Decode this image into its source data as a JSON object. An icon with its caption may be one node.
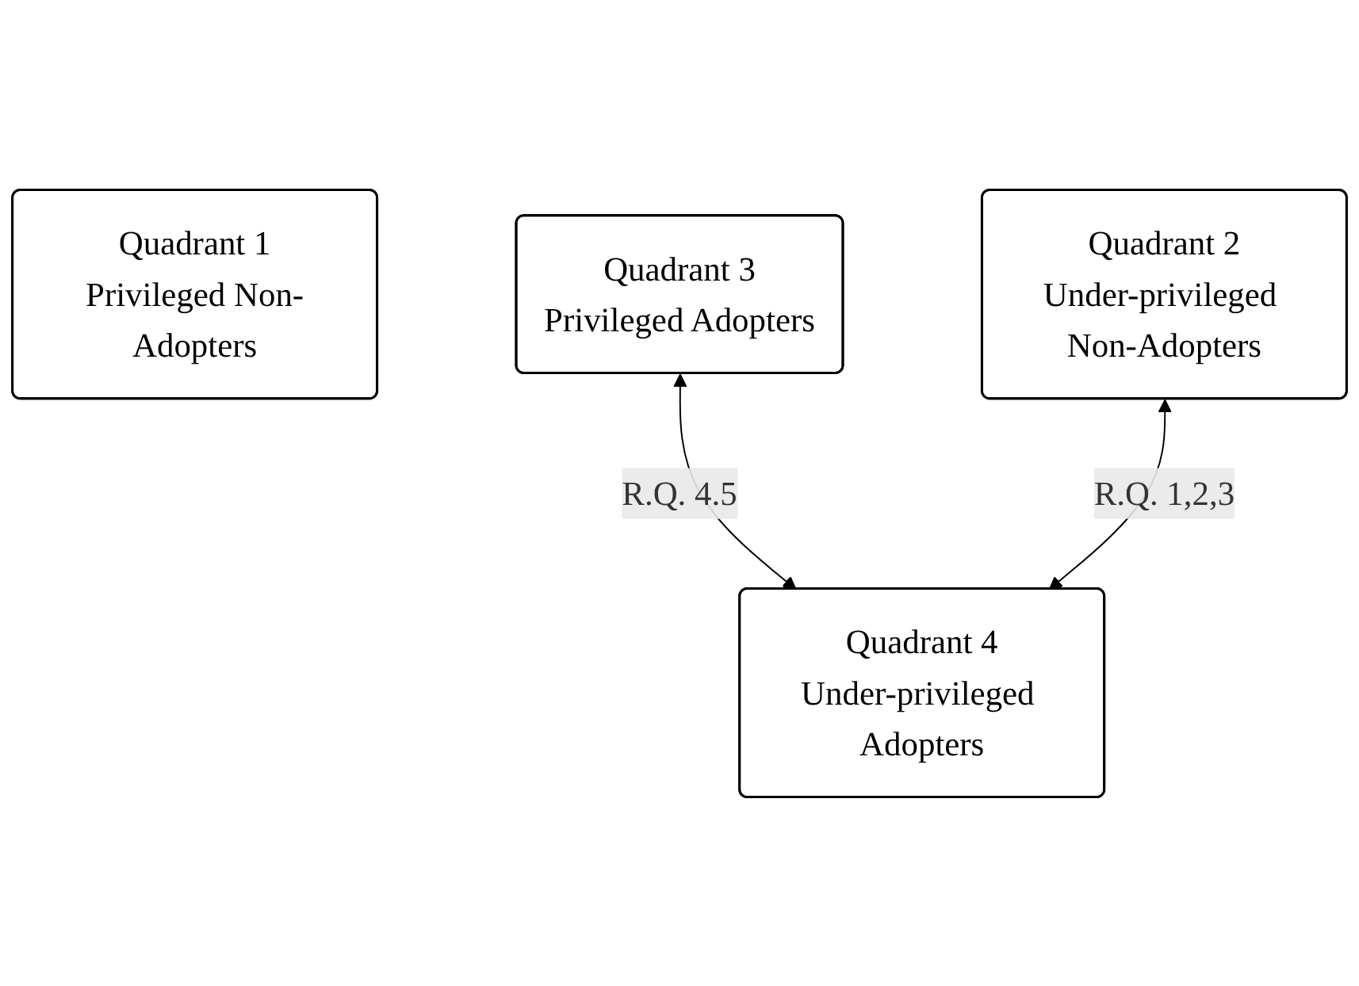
{
  "diagram": {
    "nodes": [
      {
        "text": [
          "Quadrant 1",
          "Privileged Non-Adopters"
        ]
      },
      {
        "text": [
          "Quadrant 3",
          "Privileged Adopters"
        ]
      },
      {
        "text": [
          "Quadrant 2",
          "Under-privileged Non-Adopters"
        ]
      },
      {
        "text": [
          "Quadrant 4",
          "Under-privileged Adopters"
        ]
      }
    ],
    "edges": [
      {
        "from": 1,
        "to": 3,
        "arrow": "both",
        "label": "R.Q. 4.5"
      },
      {
        "from": 2,
        "to": 3,
        "arrow": "both",
        "label": "R.Q. 1,2,3"
      }
    ]
  }
}
